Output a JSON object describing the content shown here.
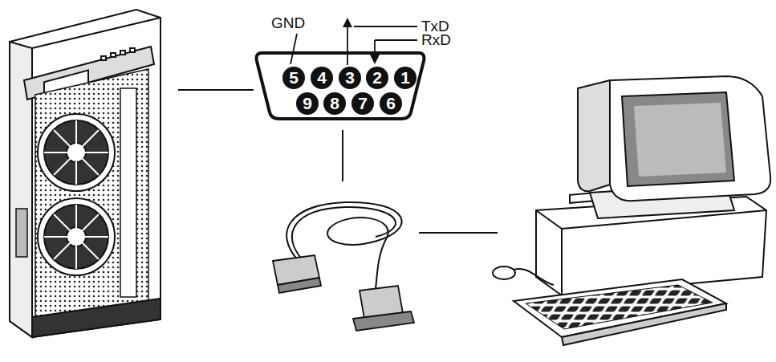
{
  "diagram": {
    "nodes": [
      {
        "text": [
          "5"
        ]
      },
      {
        "text": [
          "4"
        ]
      },
      {
        "text": [
          "3"
        ]
      },
      {
        "text": [
          "2"
        ]
      },
      {
        "text": [
          "1"
        ]
      },
      {
        "text": [
          "9"
        ]
      },
      {
        "text": [
          "8"
        ]
      },
      {
        "text": [
          "7"
        ]
      },
      {
        "text": [
          "6"
        ]
      }
    ],
    "labels": [
      "GND",
      "TxD",
      "RxD"
    ]
  }
}
